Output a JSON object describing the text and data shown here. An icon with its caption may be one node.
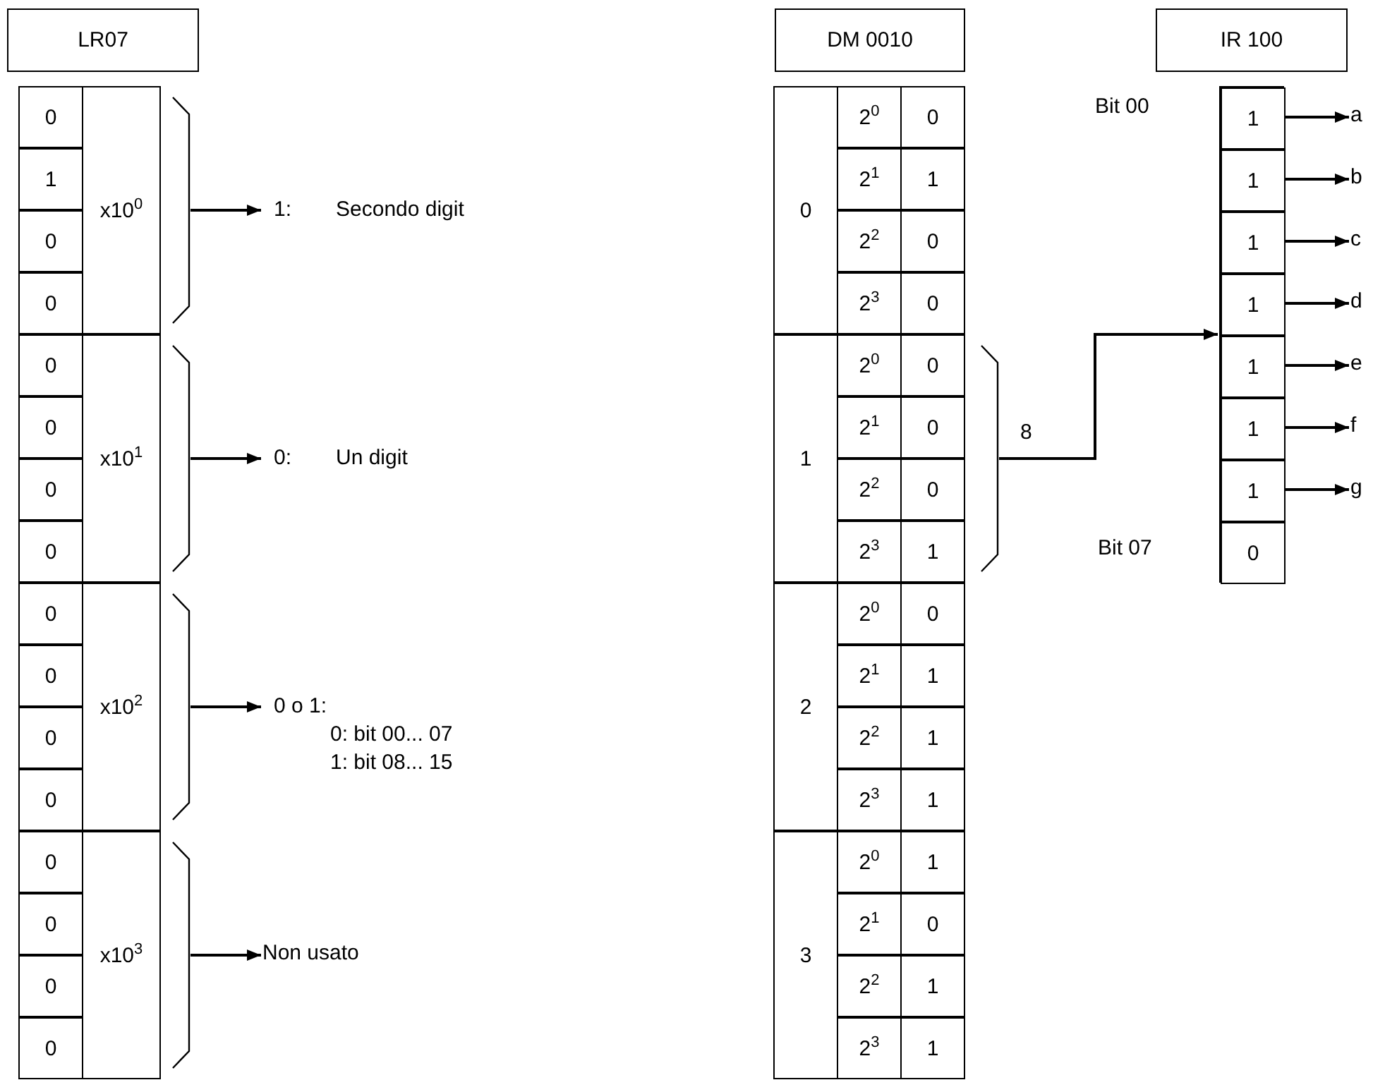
{
  "diagram": {
    "nodes": [
      {
        "text": [
          "LR07"
        ]
      },
      {
        "text": [
          "0"
        ]
      },
      {
        "text": [
          "1"
        ]
      },
      {
        "text": [
          "0"
        ]
      },
      {
        "text": [
          "0"
        ]
      },
      {
        "text": [
          "0"
        ]
      },
      {
        "text": [
          "0"
        ]
      },
      {
        "text": [
          "0"
        ]
      },
      {
        "text": [
          "0"
        ]
      },
      {
        "text": [
          "0"
        ]
      },
      {
        "text": [
          "0"
        ]
      },
      {
        "text": [
          "0"
        ]
      },
      {
        "text": [
          "0"
        ]
      },
      {
        "text": [
          "0"
        ]
      },
      {
        "text": [
          "0"
        ]
      },
      {
        "text": [
          "0"
        ]
      },
      {
        "text": [
          "0"
        ]
      },
      {
        "text": [
          "x10$^{0}$"
        ]
      },
      {
        "text": [
          "x10$^{1}$"
        ]
      },
      {
        "text": [
          "x10$^{2}$"
        ]
      },
      {
        "text": [
          "x10$^{3}$"
        ]
      },
      {
        "text": [
          "1:",
          "Secondo digit"
        ]
      },
      {
        "text": [
          "0:",
          "Un digit"
        ]
      },
      {
        "text": [
          "0 o 1:",
          "0: bit 00... 07",
          "1: bit 08... 15"
        ]
      },
      {
        "text": [
          "Non usato"
        ]
      },
      {
        "text": [
          "DM 0010"
        ]
      },
      {
        "text": [
          "0"
        ]
      },
      {
        "text": [
          "1"
        ]
      },
      {
        "text": [
          "2"
        ]
      },
      {
        "text": [
          "3"
        ]
      },
      {
        "text": [
          "2$^{0}$"
        ]
      },
      {
        "text": [
          "2$^{1}$"
        ]
      },
      {
        "text": [
          "2$^{2}$"
        ]
      },
      {
        "text": [
          "2$^{3}$"
        ]
      },
      {
        "text": [
          "2$^{0}$"
        ]
      },
      {
        "text": [
          "2$^{1}$"
        ]
      },
      {
        "text": [
          "2$^{2}$"
        ]
      },
      {
        "text": [
          "2$^{3}$"
        ]
      },
      {
        "text": [
          "2$^{0}$"
        ]
      },
      {
        "text": [
          "2$^{1}$"
        ]
      },
      {
        "text": [
          "2$^{2}$"
        ]
      },
      {
        "text": [
          "2$^{3}$"
        ]
      },
      {
        "text": [
          "2$^{0}$"
        ]
      },
      {
        "text": [
          "2$^{1}$"
        ]
      },
      {
        "text": [
          "2$^{2}$"
        ]
      },
      {
        "text": [
          "2$^{3}$"
        ]
      },
      {
        "text": [
          "0"
        ]
      },
      {
        "text": [
          "1"
        ]
      },
      {
        "text": [
          "0"
        ]
      },
      {
        "text": [
          "0"
        ]
      },
      {
        "text": [
          "0"
        ]
      },
      {
        "text": [
          "0"
        ]
      },
      {
        "text": [
          "0"
        ]
      },
      {
        "text": [
          "1"
        ]
      },
      {
        "text": [
          "0"
        ]
      },
      {
        "text": [
          "1"
        ]
      },
      {
        "text": [
          "1"
        ]
      },
      {
        "text": [
          "1"
        ]
      },
      {
        "text": [
          "1"
        ]
      },
      {
        "text": [
          "0"
        ]
      },
      {
        "text": [
          "1"
        ]
      },
      {
        "text": [
          "1"
        ]
      },
      {
        "text": [
          "IR 100"
        ]
      },
      {
        "text": [],
        "shape": "box"
      },
      {
        "text": [
          "1"
        ],
        "in": 63
      },
      {
        "text": [
          "1"
        ],
        "in": 63
      },
      {
        "text": [
          "1"
        ],
        "in": 63
      },
      {
        "text": [
          "1"
        ],
        "in": 63
      },
      {
        "text": [
          "1"
        ],
        "in": 63
      },
      {
        "text": [
          "1"
        ],
        "in": 63
      },
      {
        "text": [
          "1"
        ],
        "in": 63
      },
      {
        "text": [
          "0"
        ],
        "in": 63
      },
      {
        "text": [
          "a"
        ]
      },
      {
        "text": [
          "b"
        ]
      },
      {
        "text": [
          "c"
        ]
      },
      {
        "text": [
          "d"
        ]
      },
      {
        "text": [
          "e"
        ]
      },
      {
        "text": [
          "f"
        ]
      },
      {
        "text": [
          "g"
        ]
      },
      {
        "text": [],
        "shape": "bracket"
      },
      {
        "text": [],
        "shape": "bracket"
      },
      {
        "text": [],
        "shape": "bracket"
      },
      {
        "text": [],
        "shape": "bracket"
      },
      {
        "text": [],
        "shape": "bracket"
      }
    ],
    "edges": [
      {
        "from": 79,
        "to": 21,
        "arrow": "to"
      },
      {
        "from": 80,
        "to": 22,
        "arrow": "to"
      },
      {
        "from": 81,
        "to": 23,
        "arrow": "to"
      },
      {
        "from": 82,
        "to": 24,
        "arrow": "to"
      },
      {
        "from": 83,
        "to": 63,
        "arrow": "to",
        "label": "8"
      },
      {
        "from": 64,
        "to": 72,
        "arrow": "to"
      },
      {
        "from": 65,
        "to": 73,
        "arrow": "to"
      },
      {
        "from": 66,
        "to": 74,
        "arrow": "to"
      },
      {
        "from": 67,
        "to": 75,
        "arrow": "to"
      },
      {
        "from": 68,
        "to": 76,
        "arrow": "to"
      },
      {
        "from": 69,
        "to": 77,
        "arrow": "to"
      },
      {
        "from": 70,
        "to": 78,
        "arrow": "to"
      }
    ],
    "labels": [
      "Bit 00",
      "Bit 07"
    ]
  }
}
